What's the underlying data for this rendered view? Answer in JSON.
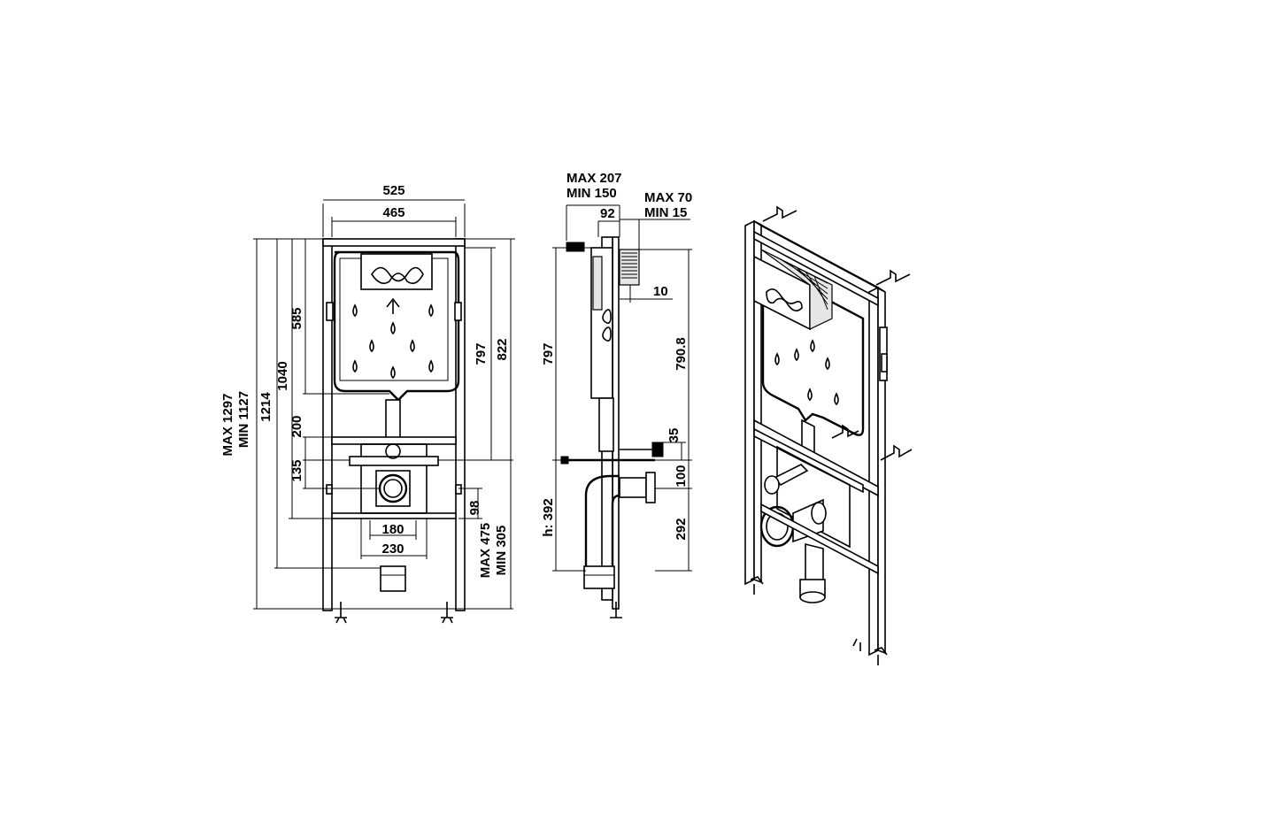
{
  "front_view": {
    "width_outer": "525",
    "width_inner": "465",
    "height_max": "MAX 1297",
    "height_min": "MIN 1127",
    "height_frame": "1214",
    "height_1040": "1040",
    "height_585": "585",
    "height_200": "200",
    "height_135": "135",
    "height_797": "797",
    "height_822": "822",
    "width_180": "180",
    "width_230": "230",
    "offset_98": "98",
    "foot_max": "MAX 475",
    "foot_min": "MIN 305"
  },
  "side_view": {
    "depth_max": "MAX 207",
    "depth_min": "MIN 150",
    "depth_92": "92",
    "plate_max": "MAX 70",
    "plate_min": "MIN 15",
    "gap_10": "10",
    "height_797": "797",
    "height_790_8": "790.8",
    "height_35": "35",
    "height_100": "100",
    "height_292": "292",
    "height_h392": "h: 392"
  }
}
